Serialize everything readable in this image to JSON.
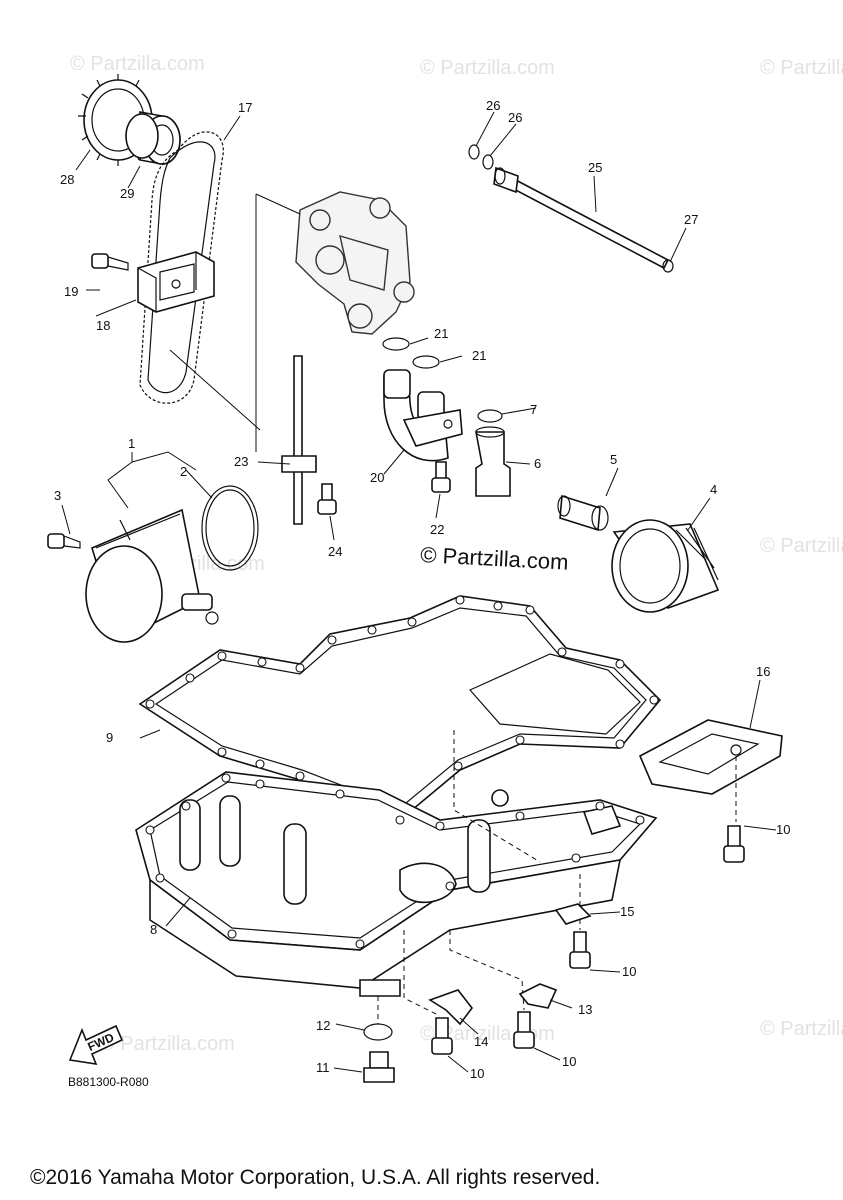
{
  "watermark": {
    "text": "© Partzilla.com",
    "main_text": "© Partzilla.com"
  },
  "diagram_code": "B881300-R080",
  "copyright": "©2016 Yamaha Motor Corporation, U.S.A. All rights reserved.",
  "fwd_label": "FWD",
  "callouts": [
    "1",
    "2",
    "3",
    "4",
    "5",
    "6",
    "7",
    "8",
    "9",
    "10",
    "10",
    "10",
    "10",
    "10",
    "11",
    "12",
    "13",
    "14",
    "15",
    "16",
    "17",
    "18",
    "19",
    "20",
    "21",
    "21",
    "22",
    "23",
    "24",
    "25",
    "26",
    "26",
    "27",
    "28",
    "29"
  ]
}
